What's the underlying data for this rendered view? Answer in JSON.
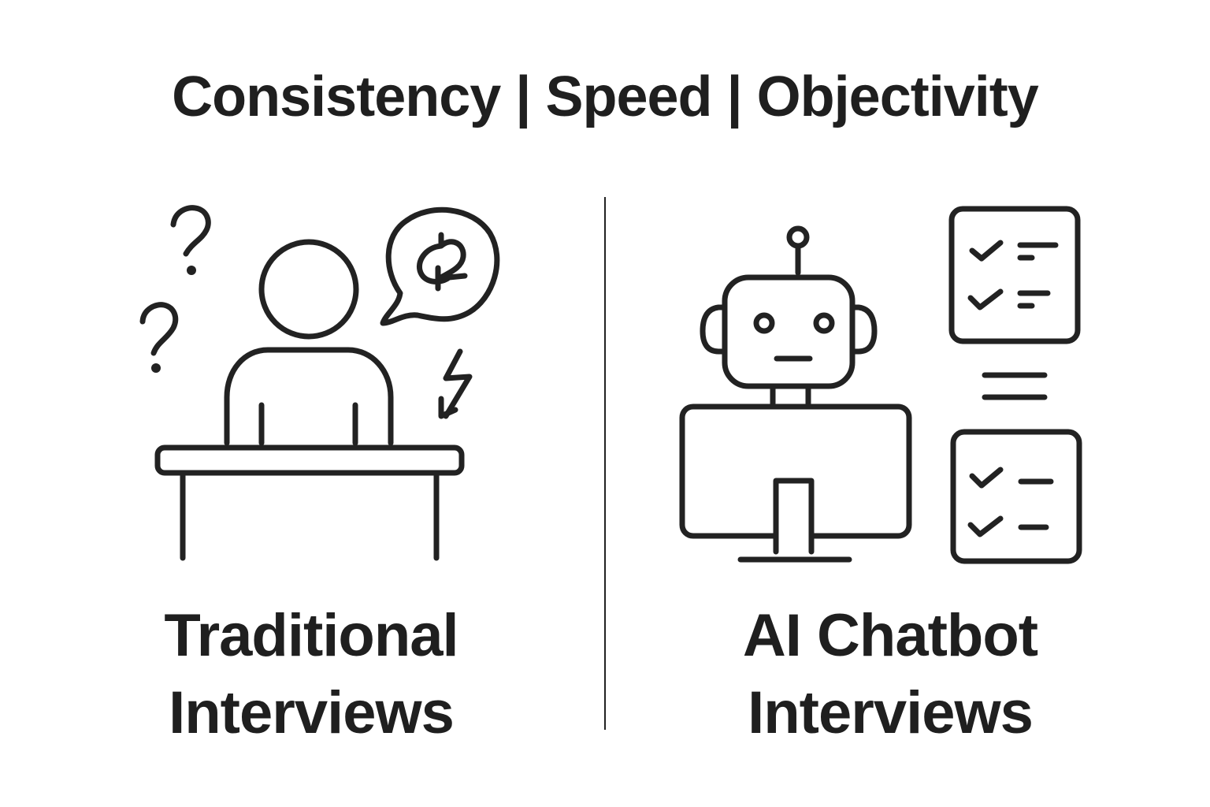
{
  "header": {
    "title": "Consistency | Speed | Objectivity"
  },
  "panels": [
    {
      "id": "traditional",
      "label_line1": "Traditional",
      "label_line2": "Interviews",
      "icons": [
        "question-mark-icon",
        "question-mark-icon",
        "person-icon",
        "desk-icon",
        "speech-bubble-icon",
        "lightning-bolt-icon"
      ]
    },
    {
      "id": "ai-chatbot",
      "label_line1": "AI Chatbot",
      "label_line2": "Interviews",
      "icons": [
        "robot-icon",
        "monitor-icon",
        "checklist-icon",
        "equals-icon",
        "checklist-icon"
      ]
    }
  ],
  "colors": {
    "stroke": "#222222",
    "background": "#ffffff",
    "text": "#1f1f1f"
  }
}
